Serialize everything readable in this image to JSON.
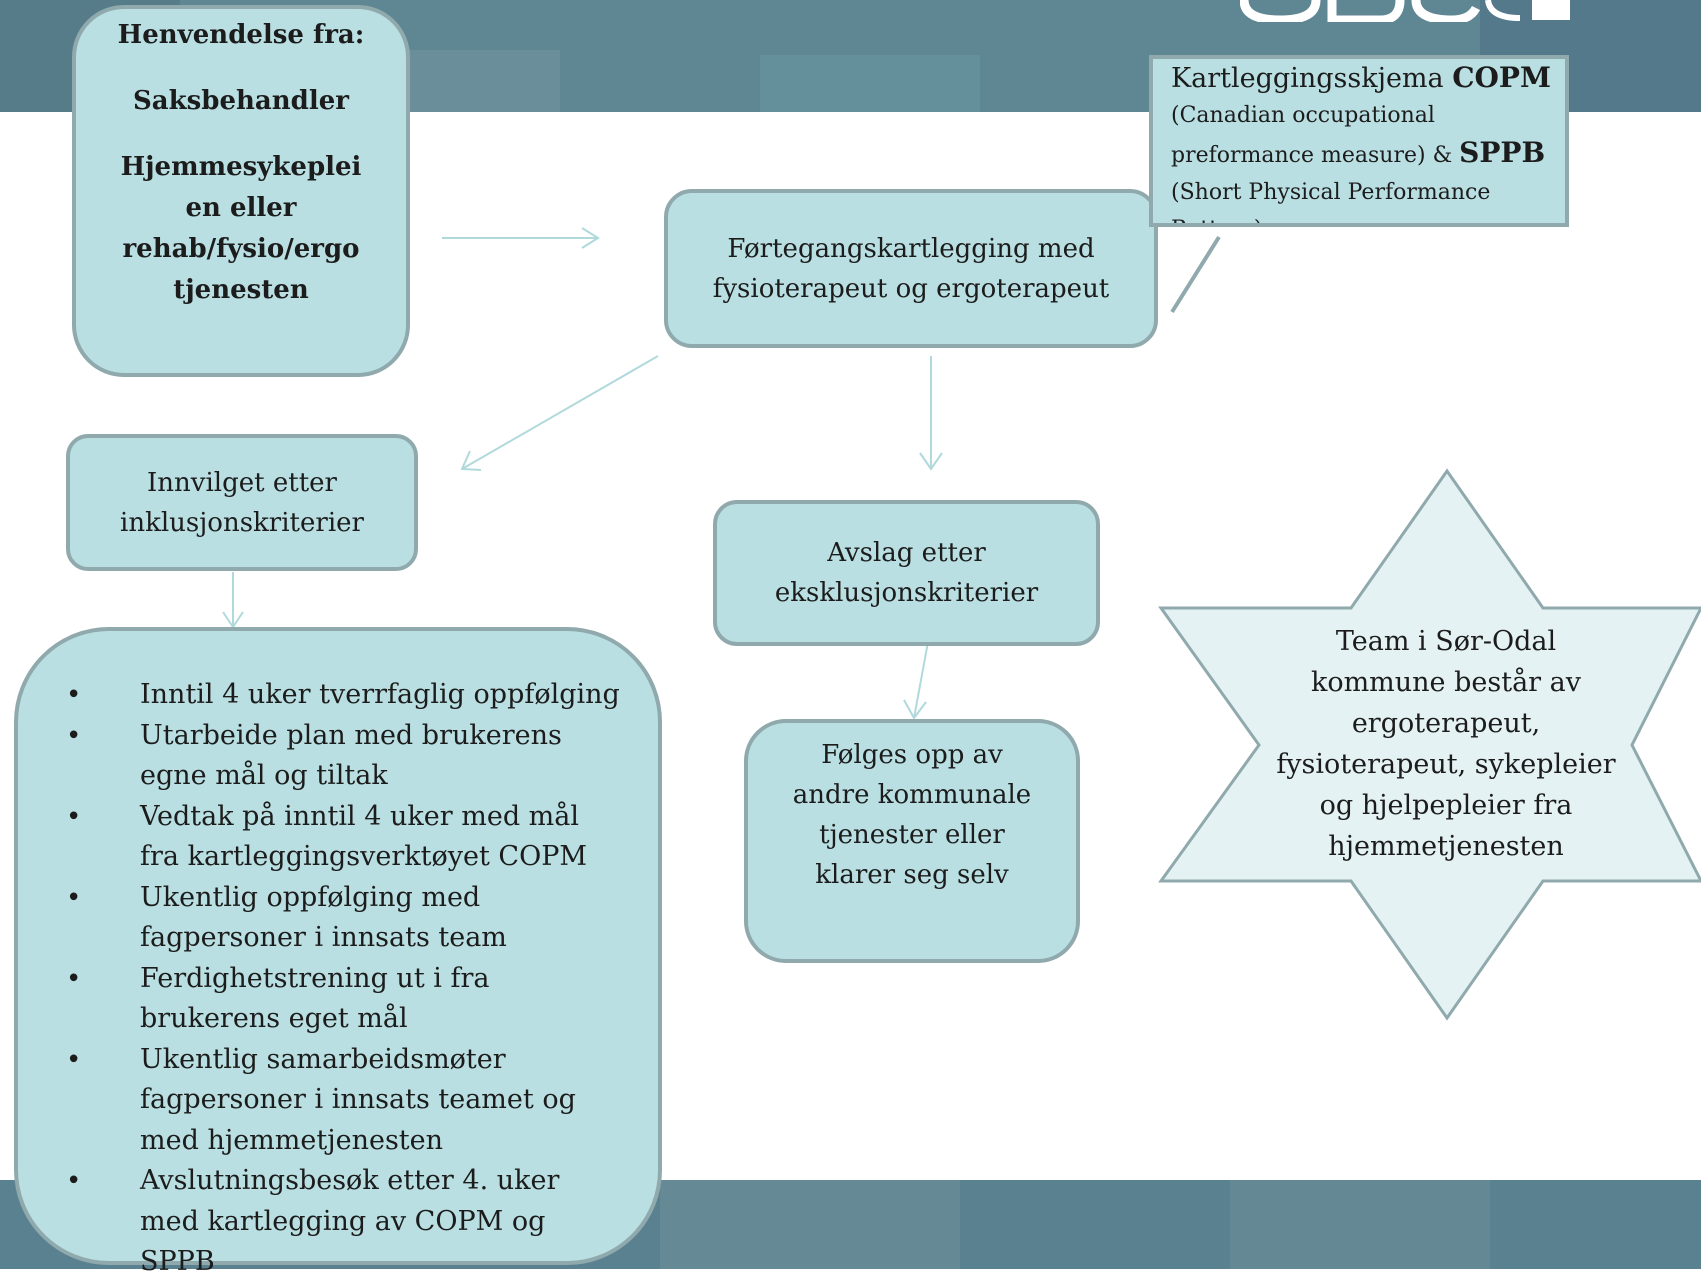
{
  "colors": {
    "band": "#5f8693",
    "box_fill": "#b9dfe2",
    "box_border": "#8fa9ad",
    "star_fill": "#e4f2f3",
    "arrow": "#b0d9dc"
  },
  "sender": {
    "heading": "Henvendelse fra:",
    "line1": "Saksbehandler",
    "line2a": "Hjemmesykeplei",
    "line2b": "en eller",
    "line2c": "rehab/fysio/ergo",
    "line2d": "tjenesten"
  },
  "first_assessment": {
    "line1": "Førtegangskartlegging med",
    "line2": "fysioterapeut og ergoterapeut"
  },
  "tools_note": {
    "prefix": "Kartleggingsskjema ",
    "copm": "COPM",
    "copm_desc_1": "(Canadian occupational",
    "copm_desc_2": "preformance measure) & ",
    "sppb": "SPPB",
    "sppb_desc_1": "(Short Physical Performance",
    "sppb_desc_2": "Battery)"
  },
  "granted": {
    "line1": "Innvilget etter",
    "line2": "inklusjonskriterier"
  },
  "rejected": {
    "line1": "Avslag etter",
    "line2": "eksklusjonskriterier"
  },
  "followed_up": {
    "line1": "Følges opp av",
    "line2": "andre kommunale",
    "line3": "tjenester eller",
    "line4": "klarer seg selv"
  },
  "actions": [
    {
      "a": "Inntil 4 uker tverrfaglig oppfølging",
      "b": "",
      "c": ""
    },
    {
      "a": "Utarbeide plan med brukerens",
      "b": "egne mål og tiltak",
      "c": ""
    },
    {
      "a": "Vedtak på inntil 4 uker med mål",
      "b": "fra kartleggingsverktøyet COPM",
      "c": ""
    },
    {
      "a": "Ukentlig oppfølging med",
      "b": "fagpersoner i innsats team",
      "c": ""
    },
    {
      "a": "Ferdighetstrening ut i fra",
      "b": "brukerens eget mål",
      "c": ""
    },
    {
      "a": "Ukentlig samarbeidsmøter",
      "b": "fagpersoner i innsats teamet og",
      "c": "med hjemmetjenesten"
    },
    {
      "a": "Avslutningsbesøk etter 4. uker",
      "b": "med kartlegging av COPM og",
      "c": "SPPB"
    }
  ],
  "team_star": {
    "line1": "Team i Sør-Odal",
    "line2": "kommune består av",
    "line3": "ergoterapeut,",
    "line4": "fysioterapeut, sykepleier",
    "line5": "og hjelpepleier fra",
    "line6": "hjemmetjenesten"
  }
}
